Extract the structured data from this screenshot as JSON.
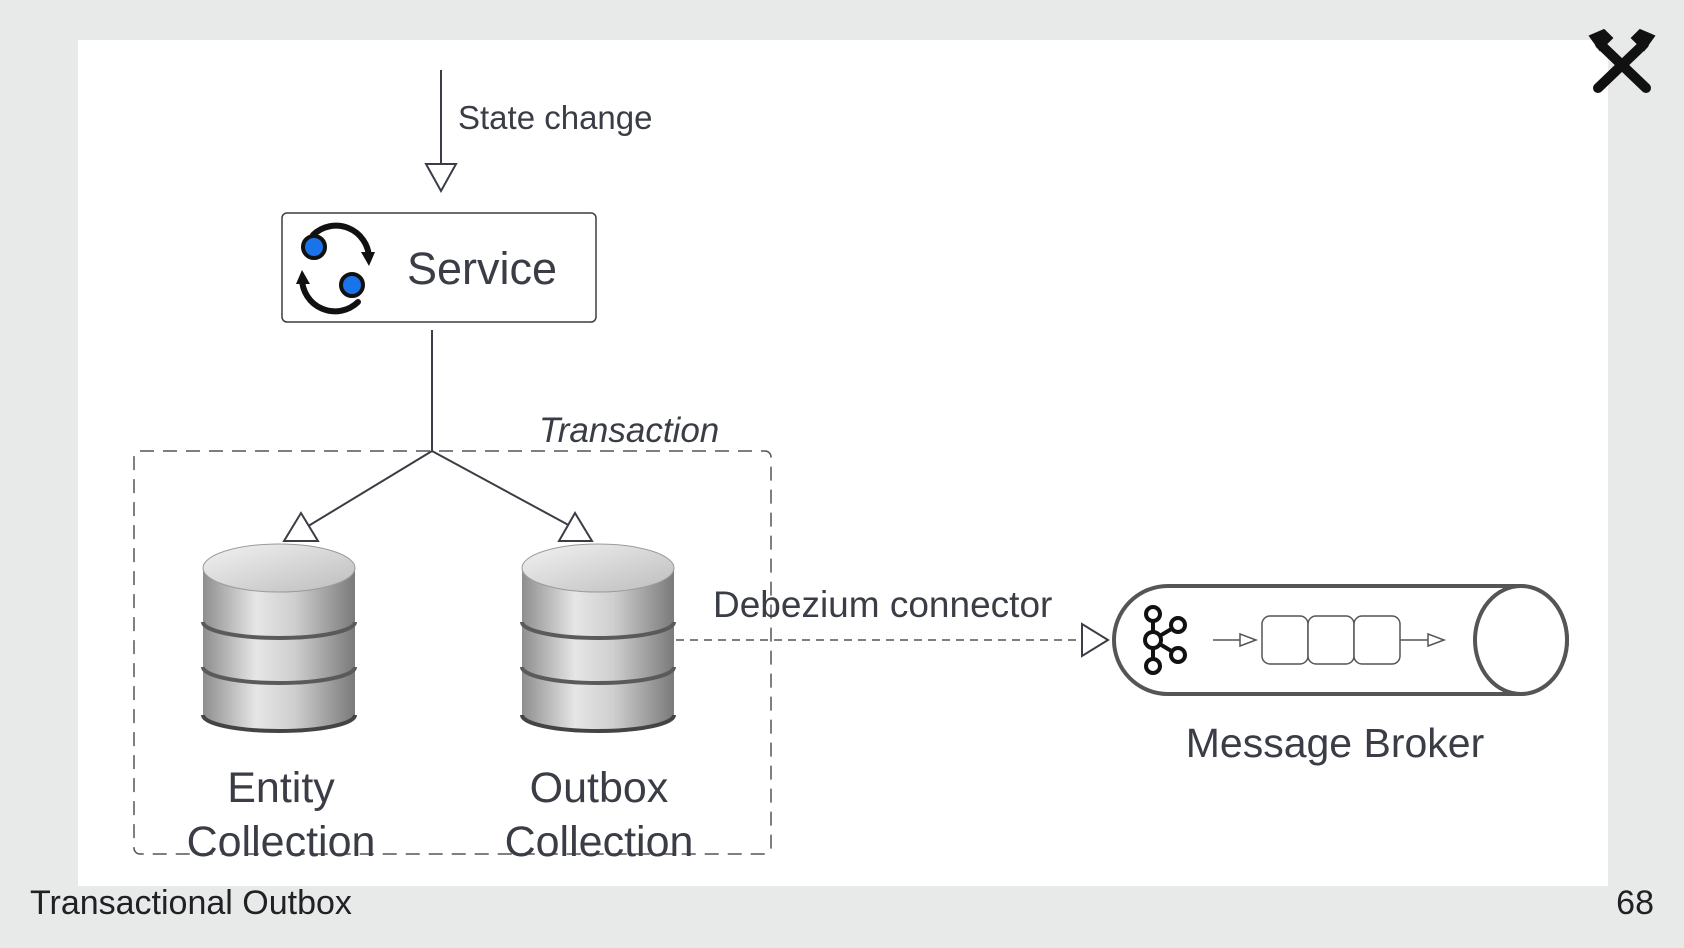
{
  "diagram": {
    "state_change_label": "State change",
    "service_label": "Service",
    "transaction_label": "Transaction",
    "entity_collection_line1": "Entity",
    "entity_collection_line2": "Collection",
    "outbox_collection_line1": "Outbox",
    "outbox_collection_line2": "Collection",
    "connector_label": "Debezium connector",
    "broker_label": "Message Broker",
    "icons": {
      "service": "service-sync-icon",
      "entity_db": "database-icon",
      "outbox_db": "database-icon",
      "broker": "kafka-icon",
      "logo": "crossed-hammers-logo"
    }
  },
  "footer": {
    "title": "Transactional Outbox",
    "page_number": "68"
  },
  "colors": {
    "page_background": "#e8eaea",
    "slide_background": "#ffffff",
    "text": "#3a3d45",
    "accent_blue": "#1a73e8"
  }
}
